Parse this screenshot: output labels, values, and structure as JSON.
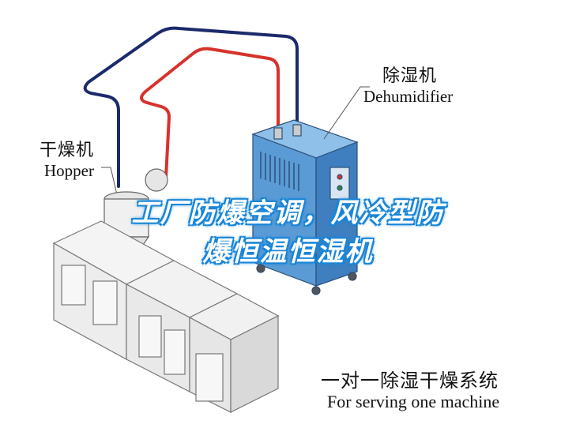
{
  "labels": {
    "dehumidifier_cn": "除湿机",
    "dehumidifier_en": "Dehumidifier",
    "hopper_cn": "干燥机",
    "hopper_en": "Hopper",
    "system_cn": "一对一除湿干燥系统",
    "system_en": "For serving one machine"
  },
  "overlay": {
    "line1": "工厂防爆空调，风冷型防",
    "line2": "爆恒温恒湿机"
  },
  "colors": {
    "supply_pipe": "#1b2a6b",
    "return_pipe": "#d8312b",
    "cabinet": "#5b9bd5",
    "cabinet_dark": "#3f7fbf",
    "machine": "#f2f2f2",
    "overlay_glow": "#1a86d8"
  }
}
